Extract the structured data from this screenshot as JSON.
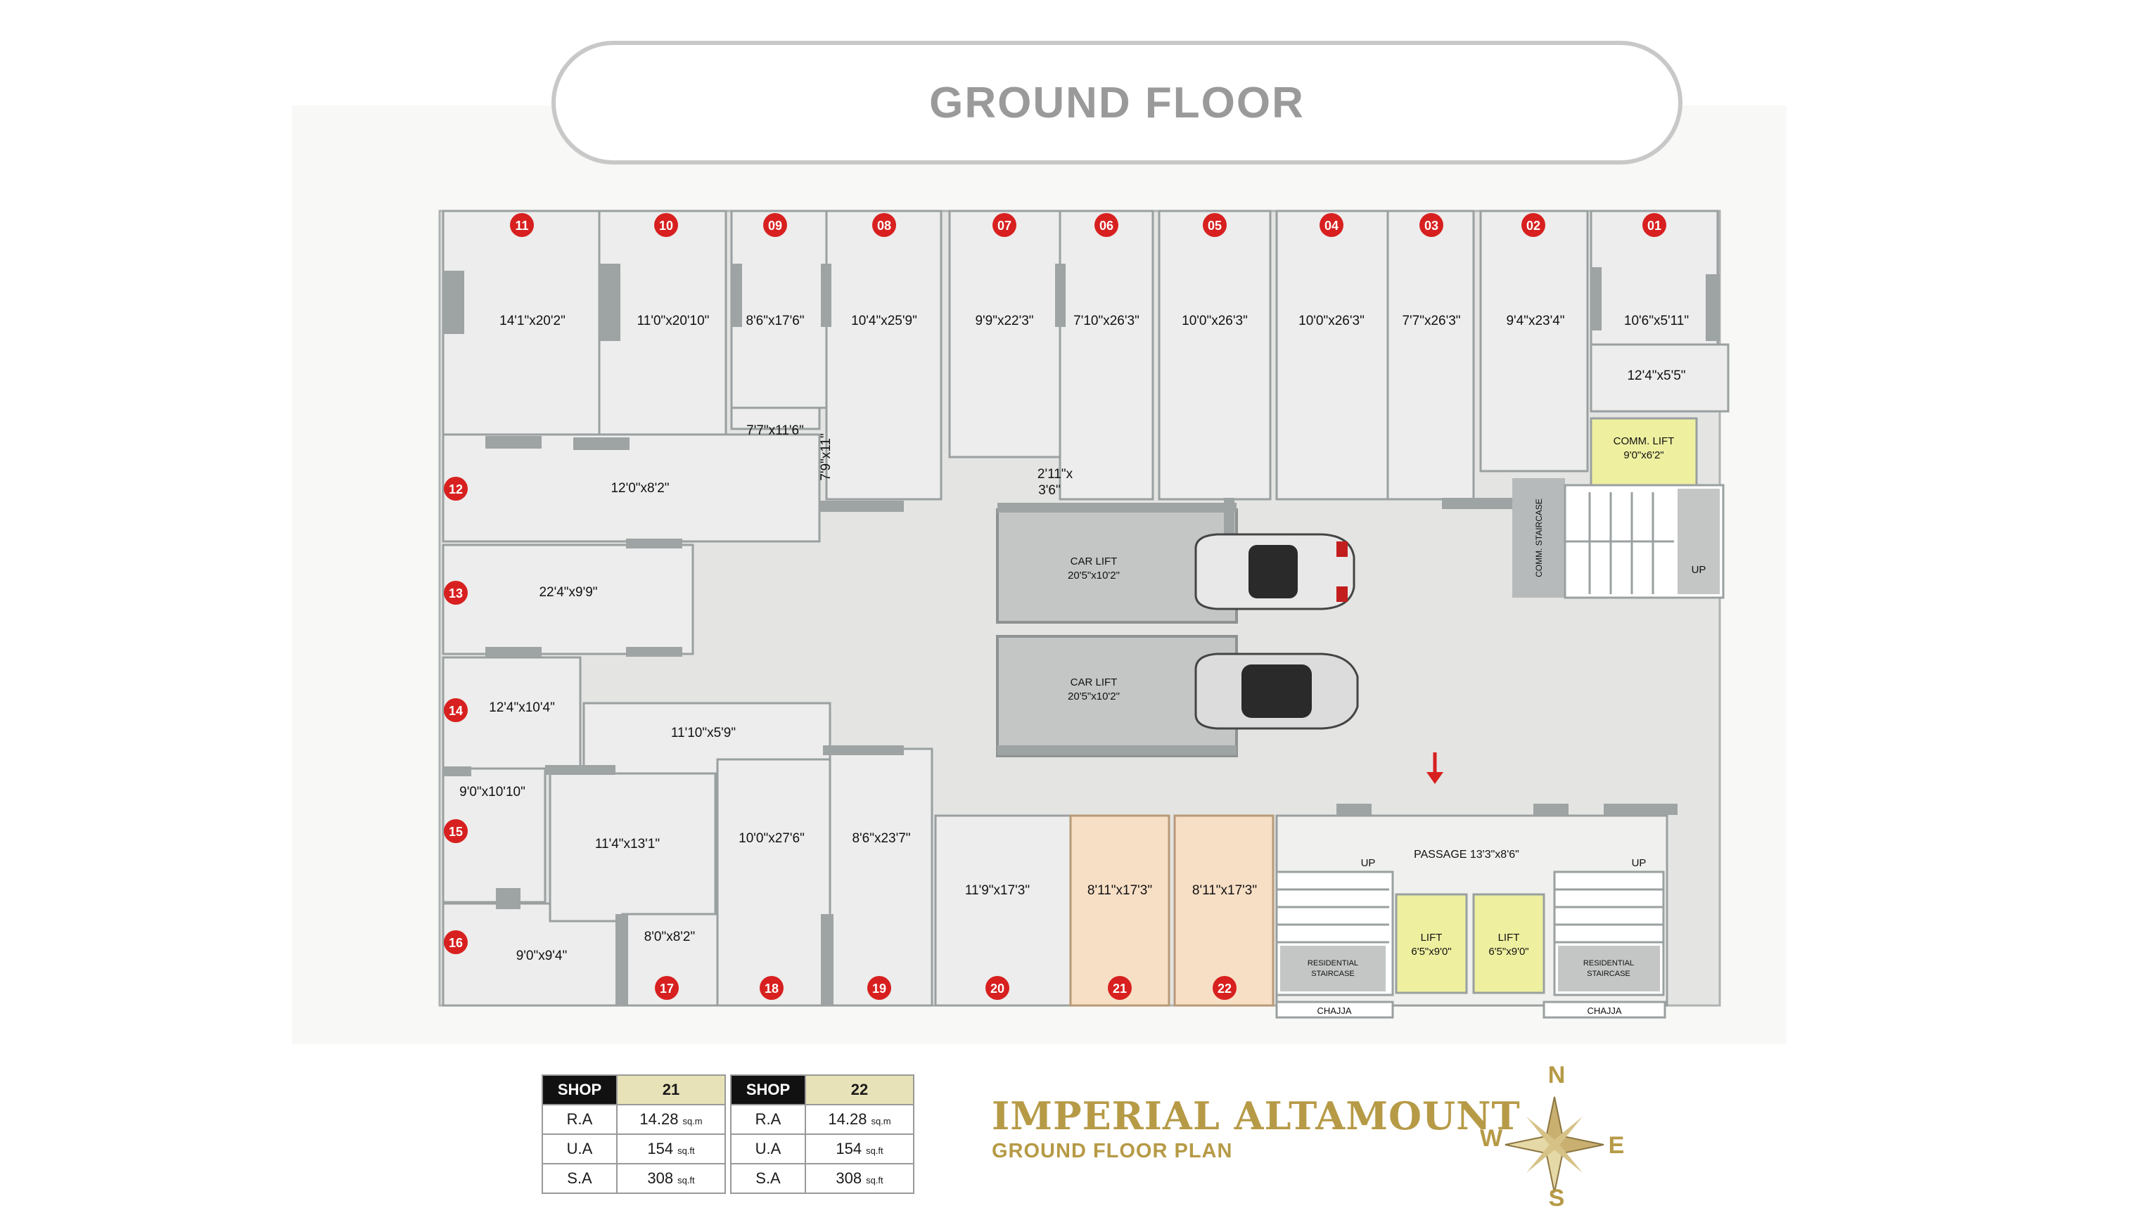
{
  "header": {
    "title": "GROUND FLOOR"
  },
  "shops": [
    {
      "num": "01",
      "dim": "10'6\"x5'11\""
    },
    {
      "num": "02",
      "dim": "9'4\"x23'4\""
    },
    {
      "num": "03",
      "dim": "7'7\"x26'3\""
    },
    {
      "num": "04",
      "dim": "10'0\"x26'3\""
    },
    {
      "num": "05",
      "dim": "10'0\"x26'3\""
    },
    {
      "num": "06",
      "dim": "7'10\"x26'3\""
    },
    {
      "num": "07",
      "dim": "9'9\"x22'3\""
    },
    {
      "num": "08",
      "dim": "10'4\"x25'9\""
    },
    {
      "num": "09",
      "dim": "8'6\"x17'6\""
    },
    {
      "num": "10",
      "dim": "11'0\"x20'10\""
    },
    {
      "num": "11",
      "dim": "14'1\"x20'2\""
    },
    {
      "num": "12",
      "dim": "12'0\"x8'2\""
    },
    {
      "num": "13",
      "dim": "22'4\"x9'9\""
    },
    {
      "num": "14",
      "dim": "12'4\"x10'4\""
    },
    {
      "num": "15",
      "dim": "9'0\"x10'10\""
    },
    {
      "num": "16",
      "dim": "9'0\"x9'4\""
    },
    {
      "num": "17",
      "dim": "8'0\"x8'2\""
    },
    {
      "num": "18",
      "dim": "10'0\"x27'6\""
    },
    {
      "num": "19",
      "dim": "8'6\"x23'7\""
    },
    {
      "num": "20",
      "dim": "11'9\"x17'3\""
    },
    {
      "num": "21",
      "dim": "8'11\"x17'3\""
    },
    {
      "num": "22",
      "dim": "8'11\"x17'3\""
    }
  ],
  "extra_dims": {
    "shop01_lower": "12'4\"x5'5\"",
    "shop09_lower": "7'7\"x11'6\"",
    "shop08_side": "7'9\"x11\"",
    "duct_line1": "2'11\"x",
    "duct_line2": "3'6\"",
    "shop18_upper": "11'10\"x5'9\"",
    "shop17_main": "11'4\"x13'1\""
  },
  "labels": {
    "car_lift": "CAR LIFT",
    "car_lift_dim": "20'5\"x10'2\"",
    "comm_lift": "COMM. LIFT",
    "comm_lift_dim": "9'0\"x6'2\"",
    "comm_staircase": "COMM. STAIRCASE",
    "up": "UP",
    "passage": "PASSAGE 13'3\"x8'6\"",
    "lift": "LIFT",
    "lift_dim": "6'5\"x9'0\"",
    "res_staircase_1": "RESIDENTIAL",
    "res_staircase_2": "STAIRCASE",
    "chajja": "CHAJJA"
  },
  "colors": {
    "badge": "#d7201f",
    "highlight_shop": "#f7dfc6",
    "lift_yellow": "#eef0a0",
    "car_lift_grey": "#c4c6c6",
    "brand_gold": "#b69a46"
  },
  "area_tables": [
    {
      "head": "SHOP",
      "shop": "21",
      "rows": [
        {
          "label": "R.A",
          "value": "14.28",
          "unit": "sq.m"
        },
        {
          "label": "U.A",
          "value": "154",
          "unit": "sq.ft"
        },
        {
          "label": "S.A",
          "value": "308",
          "unit": "sq.ft"
        }
      ]
    },
    {
      "head": "SHOP",
      "shop": "22",
      "rows": [
        {
          "label": "R.A",
          "value": "14.28",
          "unit": "sq.m"
        },
        {
          "label": "U.A",
          "value": "154",
          "unit": "sq.ft"
        },
        {
          "label": "S.A",
          "value": "308",
          "unit": "sq.ft"
        }
      ]
    }
  ],
  "brand": {
    "name": "IMPERIAL ALTAMOUNT",
    "subtitle": "GROUND FLOOR PLAN"
  },
  "compass": {
    "n": "N",
    "s": "S",
    "e": "E",
    "w": "W",
    "icon": "compass-rose-icon"
  },
  "icons": {
    "car": "car-icon",
    "entry_arrow": "entry-arrow-icon"
  }
}
